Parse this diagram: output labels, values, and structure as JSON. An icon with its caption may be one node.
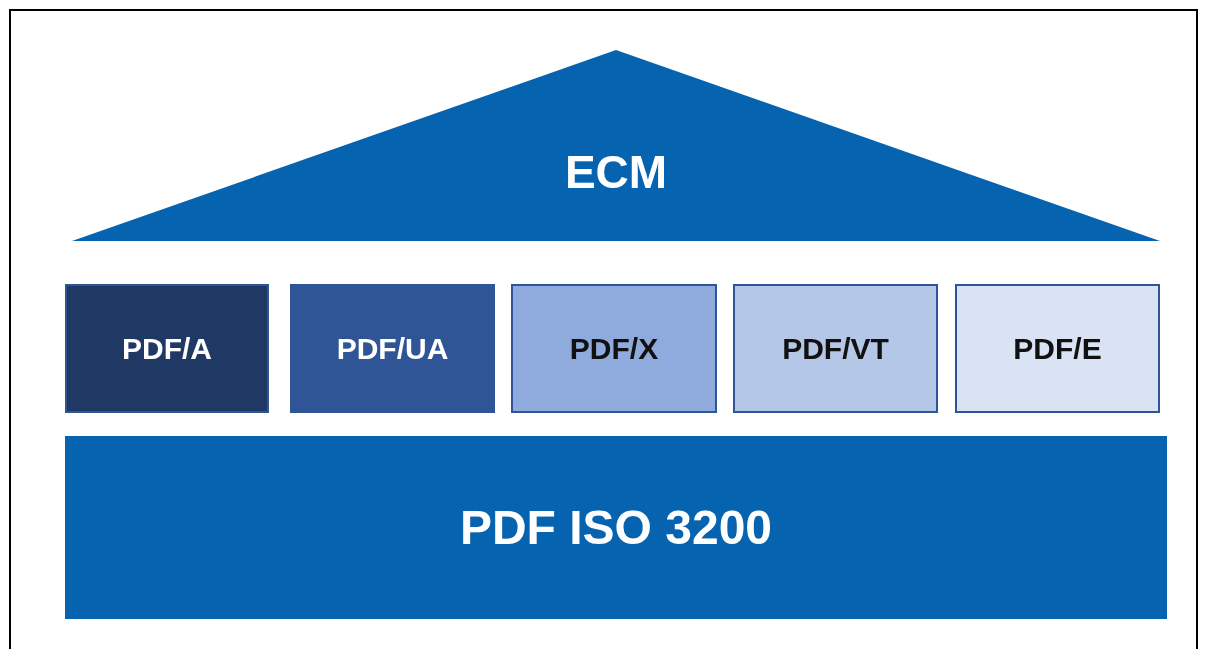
{
  "diagram": {
    "nodes": [
      {
        "text": [
          "ECM"
        ]
      },
      {
        "text": [
          "PDF/A"
        ]
      },
      {
        "text": [
          "PDF/UA"
        ]
      },
      {
        "text": [
          "PDF/X"
        ]
      },
      {
        "text": [
          "PDF/VT"
        ]
      },
      {
        "text": [
          "PDF/E"
        ]
      },
      {
        "text": [
          "PDF ISO 3200"
        ]
      }
    ]
  }
}
